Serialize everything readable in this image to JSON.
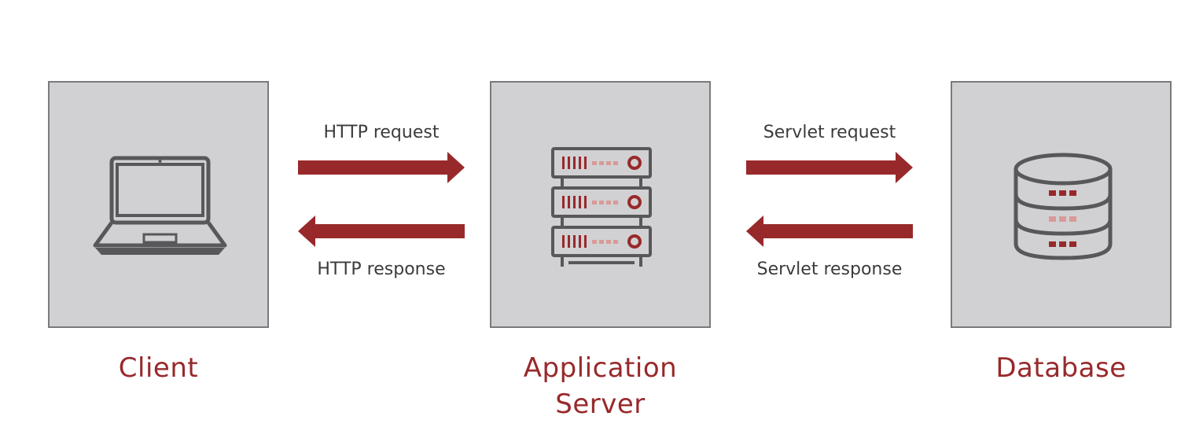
{
  "colors": {
    "accent": "#98292b",
    "accent_light": "#d99a97",
    "box_fill": "#d1d1d3",
    "box_border": "#7a7a7c",
    "icon_stroke": "#58585a",
    "text": "#3b3b3d"
  },
  "nodes": {
    "client": {
      "label": "Client",
      "icon": "laptop-icon"
    },
    "server": {
      "label_line1": "Application",
      "label_line2": "Server",
      "icon": "server-rack-icon"
    },
    "database": {
      "label": "Database",
      "icon": "database-icon"
    }
  },
  "edges": {
    "http_request": {
      "label": "HTTP request",
      "direction": "right"
    },
    "http_response": {
      "label": "HTTP response",
      "direction": "left"
    },
    "servlet_request": {
      "label": "Servlet request",
      "direction": "right"
    },
    "servlet_response": {
      "label": "Servlet response",
      "direction": "left"
    }
  }
}
